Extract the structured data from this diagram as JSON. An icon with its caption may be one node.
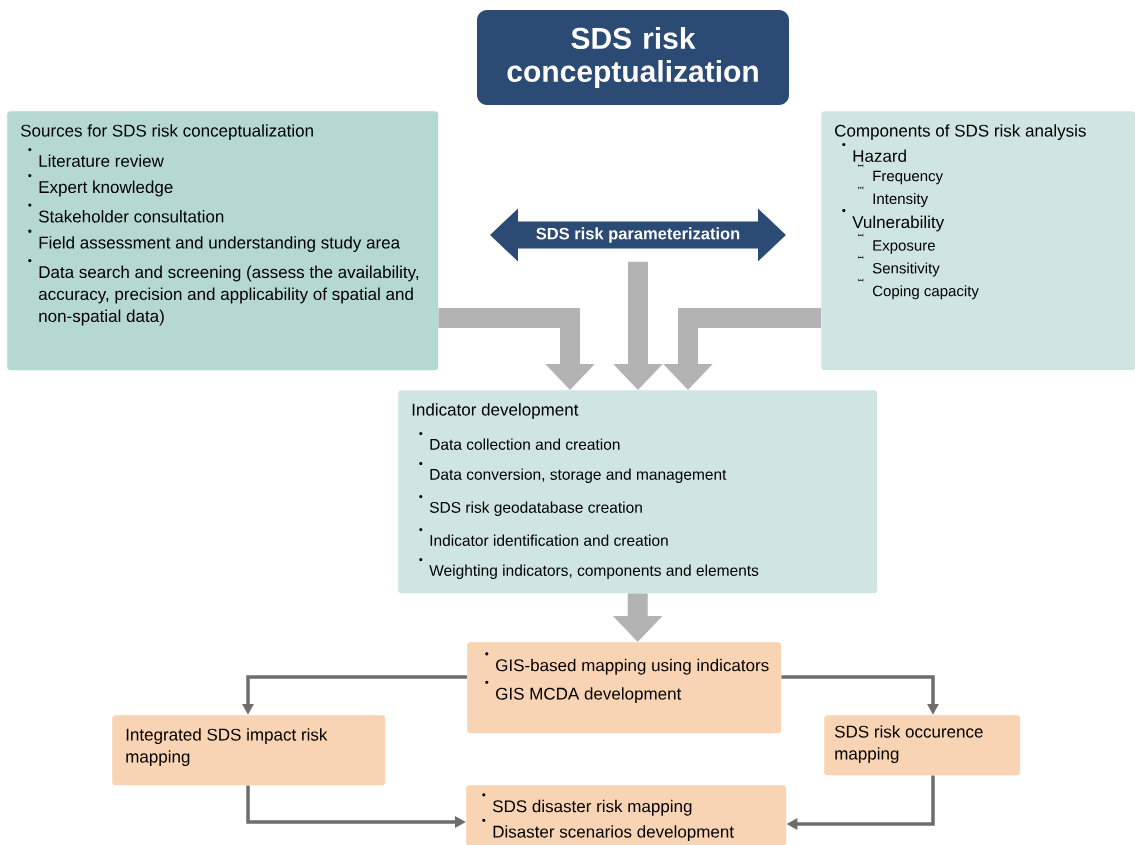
{
  "diagram": {
    "nodes": [
      {
        "text": [
          "SDS risk conceptualization"
        ]
      },
      {
        "text": [
          "Sources for SDS risk conceptualization",
          "Literature review",
          "Expert knowledge",
          "Stakeholder consultation",
          "Field assessment and understanding study area",
          "Data search and screening (assess the availability, accuracy, precision and applicability of spatial and non-spatial data)"
        ]
      },
      {
        "text": [
          "SDS risk parameterization"
        ]
      },
      {
        "text": [
          "Components of SDS risk analysis",
          "Hazard",
          "Frequency",
          "Intensity",
          "Vulnerability",
          "Exposure",
          "Sensitivity",
          "Coping capacity"
        ]
      },
      {
        "text": [
          "Indicator development",
          "Data collection and creation",
          "Data conversion, storage and management",
          "SDS risk geodatabase creation",
          "Indicator identification and creation",
          "Weighting indicators, components and elements"
        ]
      },
      {
        "text": [
          "GIS-based mapping using indicators",
          "GIS MCDA development"
        ]
      },
      {
        "text": [
          "Integrated SDS impact risk mapping"
        ]
      },
      {
        "text": [
          "SDS risk occurence mapping"
        ]
      },
      {
        "text": [
          "SDS disaster risk mapping",
          "Disaster scenarios development"
        ]
      }
    ],
    "edges": [
      {
        "from": 1,
        "to": 4,
        "arrow": "to",
        "style": "thick",
        "color": "#b3b3b3"
      },
      {
        "from": 2,
        "to": 4,
        "arrow": "to",
        "style": "thick",
        "color": "#b3b3b3"
      },
      {
        "from": 3,
        "to": 4,
        "arrow": "to",
        "style": "thick",
        "color": "#b3b3b3"
      },
      {
        "from": 4,
        "to": 5,
        "arrow": "to",
        "style": "thick",
        "color": "#b3b3b3"
      },
      {
        "from": 5,
        "to": 6,
        "arrow": "to"
      },
      {
        "from": 5,
        "to": 7,
        "arrow": "to"
      },
      {
        "from": 6,
        "to": 8,
        "arrow": "to"
      },
      {
        "from": 7,
        "to": 8,
        "arrow": "to"
      }
    ]
  }
}
